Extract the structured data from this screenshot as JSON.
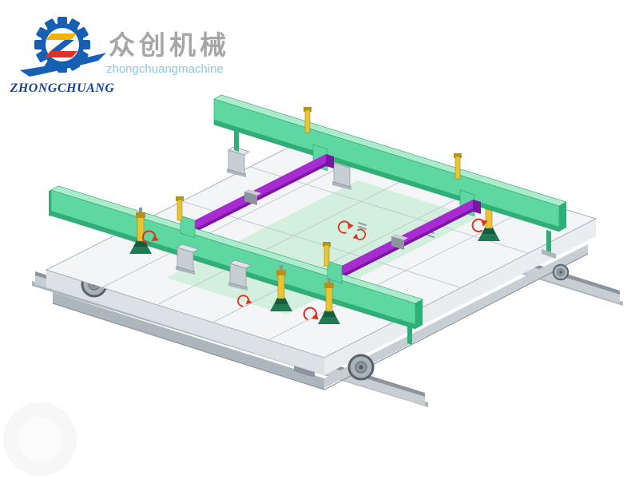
{
  "brand": {
    "chinese_name": "众创机械",
    "english_name": "ZHONGCHUANG",
    "subtext": "zhongchuangmachine",
    "logo_letter": "Z",
    "colors": {
      "gear_blue": "#1660b4",
      "z_yellow": "#f0b400",
      "z_red": "#e23028",
      "name_blue": "#17418f",
      "subtext_blue": "#8fc8de",
      "chinese_gray": "#a6a6a6"
    }
  },
  "illustration": {
    "colors": {
      "page_background": "#ffffff",
      "deck_top": "#f3f5f7",
      "deck_edge": "#dce1e6",
      "deck_edge_light": "#e9edf0",
      "panel_line": "#c2cad1",
      "center_panel": "#d3efdd",
      "green_rail": "#5ed7a0",
      "green_rail_top": "#aceccd",
      "green_rail_dark": "#2fae78",
      "purple_beam": "#a82bd2",
      "purple_beam_top": "#c55fe4",
      "purple_beam_dark": "#7c15a5",
      "jack_yellow": "#e9c52f",
      "jack_yellow_dark": "#b2941c",
      "jack_base_green": "#1d7a52",
      "jack_base_dark": "#145c3d",
      "arrow_red": "#e23222",
      "metal": "#c7ced4",
      "metal_mid": "#aeb6bd",
      "metal_dark": "#8c959d",
      "metal_light": "#e2e6ea",
      "wheel_gray": "#aab3ba",
      "wheel_dark": "#59616a"
    }
  }
}
